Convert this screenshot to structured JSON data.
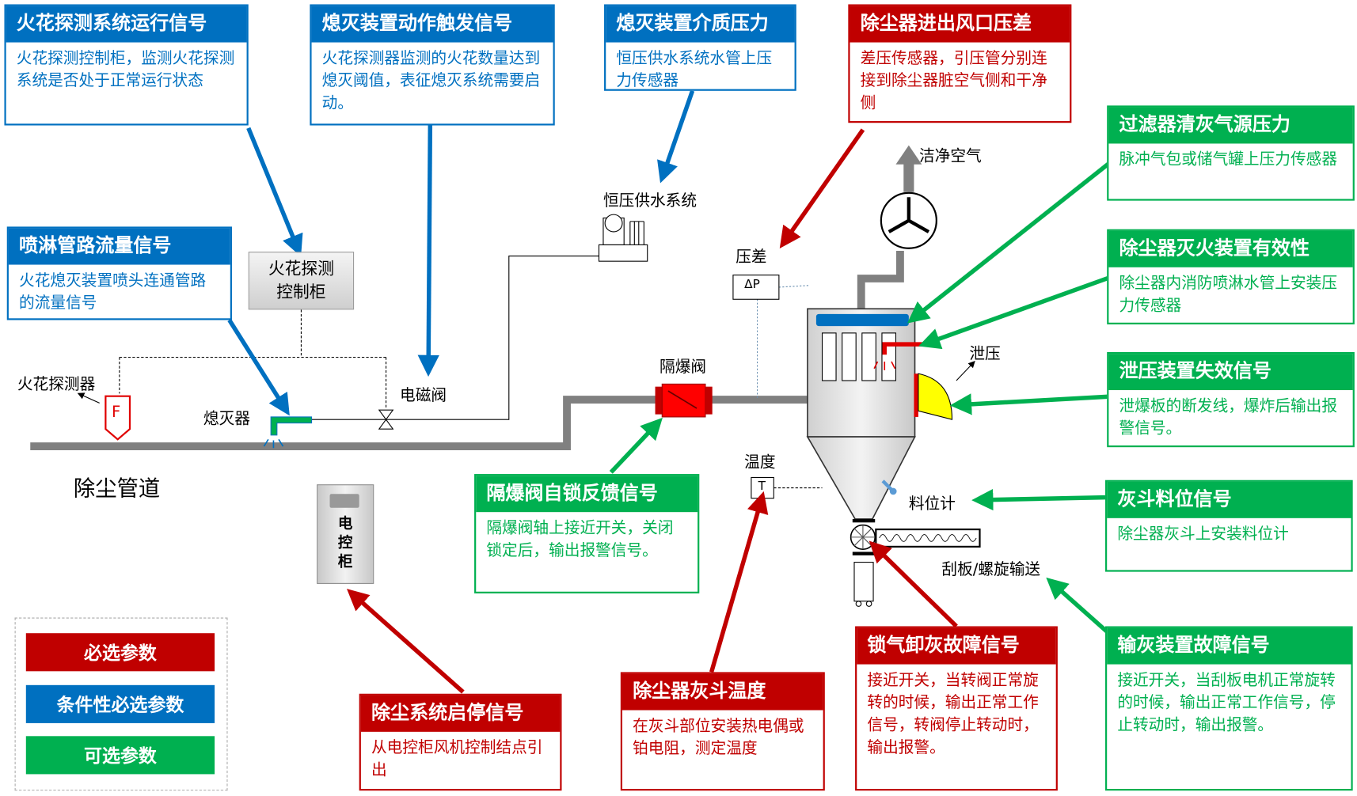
{
  "colors": {
    "required": "#c00000",
    "conditional": "#0070c0",
    "optional": "#00b050"
  },
  "boxes": {
    "spark_run": {
      "title": "火花探测系统运行信号",
      "desc": "火花探测控制柜，监测火花探测系统是否处于正常运行状态"
    },
    "extinguish_trigger": {
      "title": "熄灭装置动作触发信号",
      "desc": "火花探测器监测的火花数量达到熄灭阈值，表征熄灭系统需要启动。"
    },
    "medium_pressure": {
      "title": "熄灭装置介质压力",
      "desc": "恒压供水系统水管上压力传感器"
    },
    "spray_flow": {
      "title": "喷淋管路流量信号",
      "desc": "火花熄灭装置喷头连通管路的流量信号"
    },
    "diff_pressure": {
      "title": "除尘器进出风口压差",
      "desc": "差压传感器，引压管分别连接到除尘器脏空气侧和干净侧"
    },
    "filter_air": {
      "title": "过滤器清灰气源压力",
      "desc": "脉冲气包或储气罐上压力传感器"
    },
    "fire_device": {
      "title": "除尘器灭火装置有效性",
      "desc": "除尘器内消防喷淋水管上安装压力传感器"
    },
    "vent_fail": {
      "title": "泄压装置失效信号",
      "desc": "泄爆板的断发线，爆炸后输出报警信号。"
    },
    "hopper_level": {
      "title": "灰斗料位信号",
      "desc": "除尘器灰斗上安装料位计"
    },
    "isolation_valve": {
      "title": "隔爆阀自锁反馈信号",
      "desc": "隔爆阀轴上接近开关，关闭锁定后，输出报警信号。"
    },
    "start_stop": {
      "title": "除尘系统启停信号",
      "desc": "从电控柜风机控制结点引出"
    },
    "hopper_temp": {
      "title": "除尘器灰斗温度",
      "desc": "在灰斗部位安装热电偶或铂电阻，测定温度"
    },
    "airlock_fault": {
      "title": "锁气卸灰故障信号",
      "desc": "接近开关，当转阀正常旋转的时候，输出正常工作信号，转阀停止转动时，输出报警。"
    },
    "conveyor_fault": {
      "title": "输灰装置故障信号",
      "desc": "接近开关，当刮板电机正常旋转的时候，输出正常工作信号，停止转动时，输出报警。"
    }
  },
  "legend": {
    "required": "必选参数",
    "conditional": "条件性必选参数",
    "optional": "可选参数"
  },
  "labels": {
    "spark_detector": "火花探测器",
    "detector_symbol": "F",
    "extinguisher": "熄灭器",
    "solenoid": "电磁阀",
    "control_cabinet": "火花探测控制柜",
    "water_supply": "恒压供水系统",
    "iso_valve": "隔爆阀",
    "dp": "压差",
    "dp_symbol": "ΔP",
    "clean_air": "洁净空气",
    "vent": "泄压",
    "temp": "温度",
    "temp_symbol": "T",
    "level": "料位计",
    "conveyor": "刮板/螺旋输送",
    "duct": "除尘管道",
    "electric_cabinet": "电控柜"
  }
}
